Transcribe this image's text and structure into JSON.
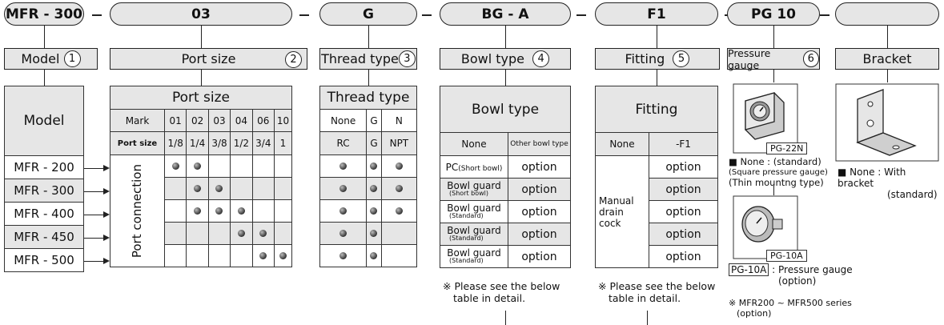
{
  "pills": [
    "MFR - 300",
    "03",
    "G",
    "BG - A",
    "F1",
    "PG 10",
    ""
  ],
  "headers": {
    "model": "Model",
    "model_num": "1",
    "port": "Port size",
    "port_num": "2",
    "thread": "Thread type",
    "thread_num": "3",
    "bowl": "Bowl type",
    "bowl_num": "4",
    "fitting": "Fitting",
    "fitting_num": "5",
    "gauge": "Pressure gauge",
    "gauge_num": "6",
    "bracket": "Bracket"
  },
  "model_table": {
    "title": "Model",
    "rows": [
      "MFR - 200",
      "MFR - 300",
      "MFR - 400",
      "MFR - 450",
      "MFR - 500"
    ]
  },
  "port_table": {
    "title": "Port size",
    "mark_label": "Mark",
    "marks": [
      "01",
      "02",
      "03",
      "04",
      "06",
      "10"
    ],
    "size_label": "Port size",
    "sizes": [
      "1/8",
      "1/4",
      "3/8",
      "1/2",
      "3/4",
      "1"
    ],
    "side_label": "Port connection"
  },
  "thread_table": {
    "title": "Thread type",
    "cols": [
      "None",
      "G",
      "N"
    ],
    "subs": [
      "RC",
      "G",
      "NPT"
    ]
  },
  "bowl_table": {
    "title": "Bowl type",
    "col1": "None",
    "col2": "Other bowl type",
    "rows": [
      {
        "name": "PC",
        "sub": "(Short bowl)",
        "val": "option"
      },
      {
        "name": "Bowl guard",
        "sub": "(Short bowl)",
        "val": "option"
      },
      {
        "name": "Bowl guard",
        "sub": "(Standard)",
        "val": "option"
      },
      {
        "name": "Bowl guard",
        "sub": "(Standard)",
        "val": "option"
      },
      {
        "name": "Bowl guard",
        "sub": "(Standard)",
        "val": "option"
      }
    ]
  },
  "fitting_table": {
    "title": "Fitting",
    "col1": "None",
    "col2": "-F1",
    "side": "Manual drain cock",
    "vals": [
      "option",
      "option",
      "option",
      "option",
      "option"
    ]
  },
  "notes": {
    "detail_1": "※ Please see the below",
    "detail_2": "table in detail."
  },
  "gauge": {
    "pg22n": "PG-22N",
    "none_1": "■ None : (standard)",
    "none_2": "(Square pressure gauge)",
    "none_3": "(Thin mountng type)",
    "pg10a": "PG-10A",
    "pg10a_label": "PG-10A",
    "pg10a_desc_1": ": Pressure gauge",
    "pg10a_desc_2": "(option)",
    "series_1": "※ MFR200 ~ MFR500 series",
    "series_2": "(option)"
  },
  "bracket": {
    "desc_1": "■ None : With  bracket",
    "desc_2": "(standard)"
  }
}
